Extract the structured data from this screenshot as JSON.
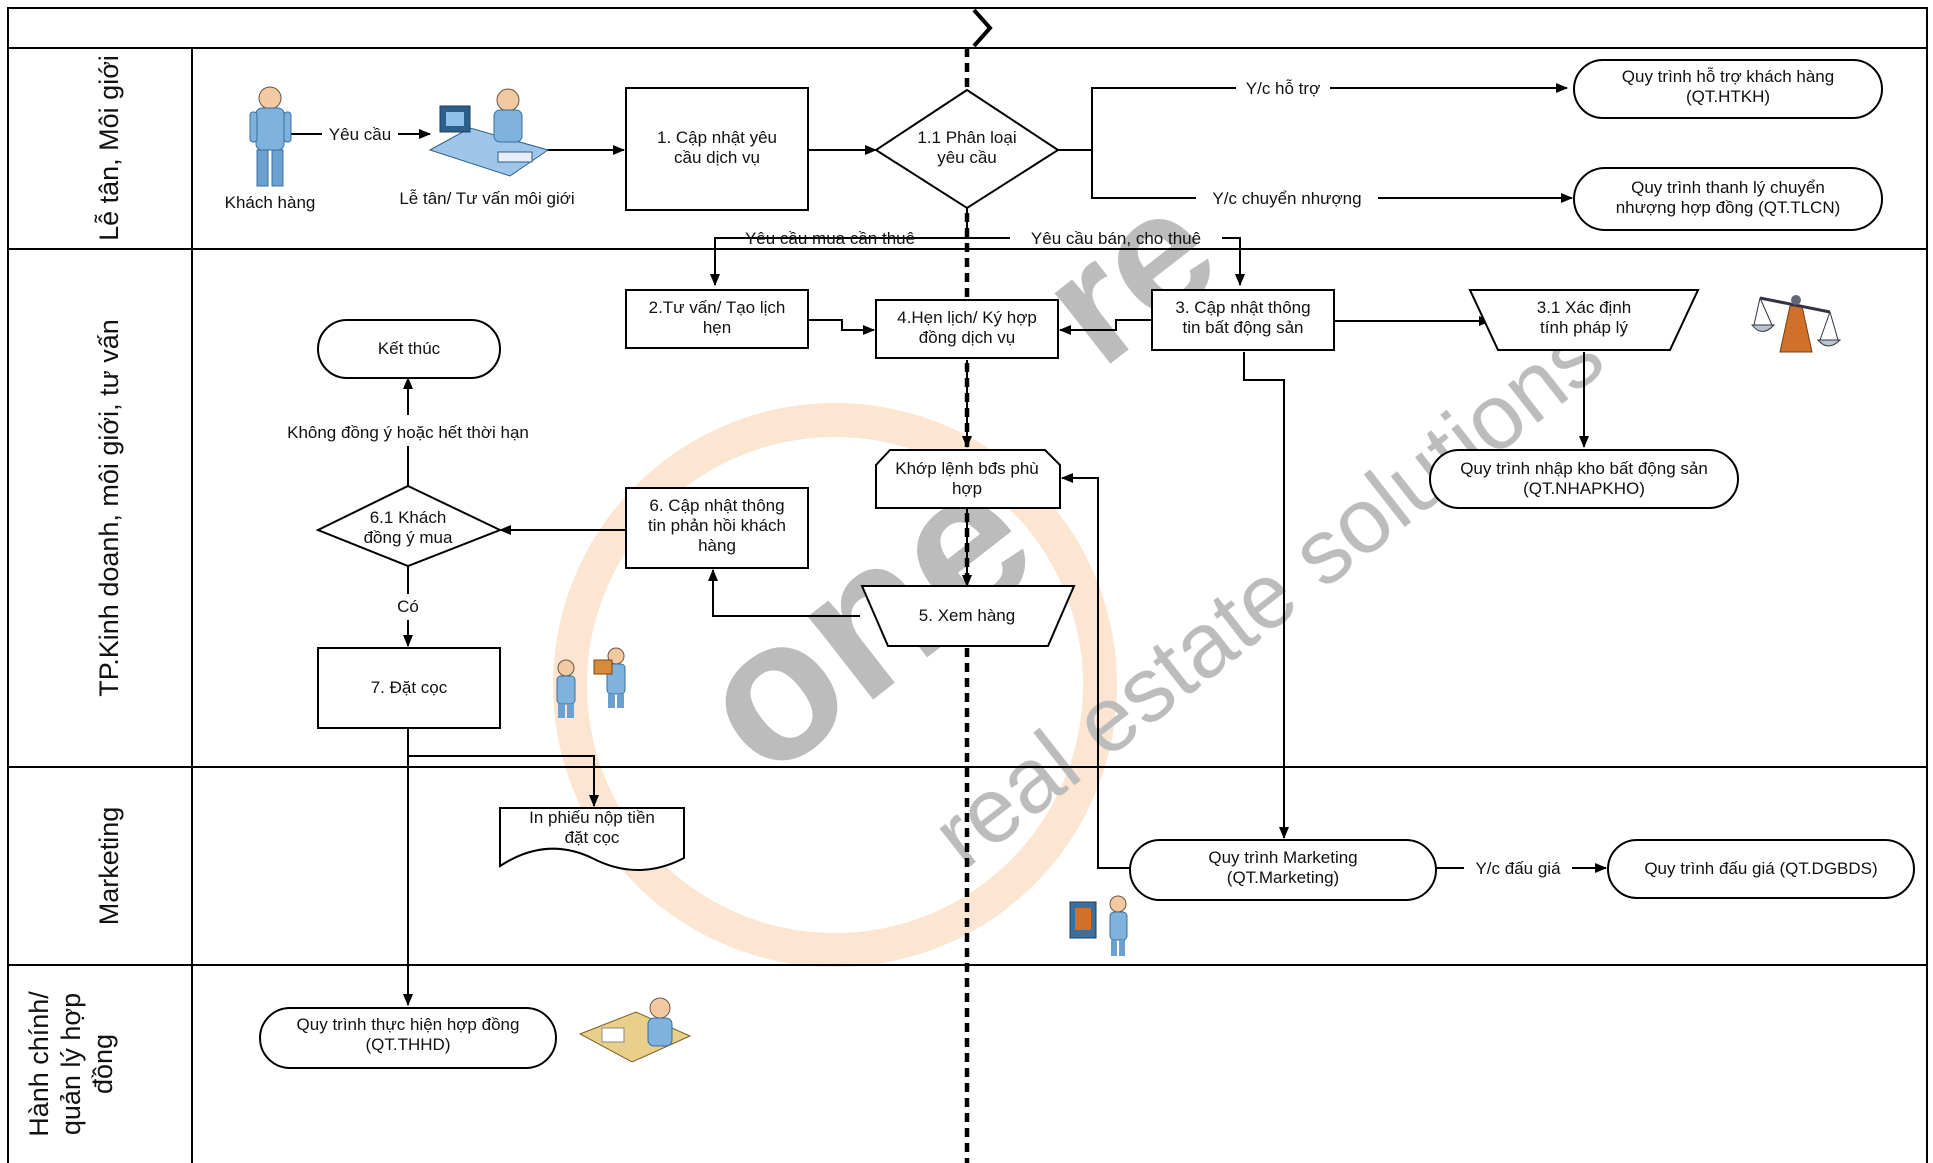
{
  "lanes": [
    {
      "label": [
        "Lễ tân, Môi giới"
      ]
    },
    {
      "label": [
        "TP.Kinh doanh, môi giới, tư vấn"
      ]
    },
    {
      "label": [
        "Marketing"
      ]
    },
    {
      "label": [
        "Hành chính/",
        "quản lý hợp",
        "đồng"
      ]
    }
  ],
  "nodes": {
    "customer": "Khách hàng",
    "receptionist": "Lễ tân/ Tư vấn môi giới",
    "step1": [
      "1. Cập nhật yêu",
      "cầu dịch vụ"
    ],
    "step1_1": [
      "1.1 Phân loại",
      "yêu cầu"
    ],
    "qt_htkh": [
      "Quy trình hỗ trợ khách hàng",
      "(QT.HTKH)"
    ],
    "qt_tlcn": [
      "Quy trình thanh lý chuyển",
      "nhượng hợp đồng (QT.TLCN)"
    ],
    "step2": [
      "2.Tư vấn/ Tạo lịch",
      "hẹn"
    ],
    "step4": [
      "4.Hẹn lịch/ Ký hợp",
      "đồng dịch vụ"
    ],
    "step3": [
      "3. Cập nhật thông",
      "tin bất động sản"
    ],
    "step3_1": [
      "3.1 Xác định",
      "tính pháp lý"
    ],
    "end": [
      "Kết thúc"
    ],
    "match": [
      "Khớp lệnh bđs phù",
      "hợp"
    ],
    "qt_nhapkho": [
      "Quy trình nhập kho bất động sản",
      "(QT.NHAPKHO)"
    ],
    "step6_1": [
      "6.1 Khách",
      "đồng ý mua"
    ],
    "step6": [
      "6. Cập nhật thông",
      "tin phản hồi khách",
      "hàng"
    ],
    "step5": [
      "5. Xem hàng"
    ],
    "step7": [
      "7. Đặt cọc"
    ],
    "print_receipt": [
      "In phiếu nộp tiền",
      "đặt cọc"
    ],
    "qt_marketing": [
      "Quy trình Marketing",
      "(QT.Marketing)"
    ],
    "qt_dgbds": [
      "Quy trình đấu giá (QT.DGBDS)"
    ],
    "qt_thhd": [
      "Quy trình thực hiện hợp đồng",
      "(QT.THHD)"
    ]
  },
  "edge_labels": {
    "request": "Yêu cầu",
    "support": "Y/c hỗ trợ",
    "transfer": "Y/c chuyển nhượng",
    "buy_rent": "Yêu cầu mua cần thuê",
    "sell_lease": "Yêu cầu bán, cho thuê",
    "not_agree": "Không đồng ý hoặc hết thời hạn",
    "yes": "Có",
    "auction": "Y/c đấu giá"
  },
  "watermark": {
    "brand": "onerea",
    "tagline": "real estate solutions",
    "orange": "#f5a25a",
    "green": "#4caf6a"
  }
}
